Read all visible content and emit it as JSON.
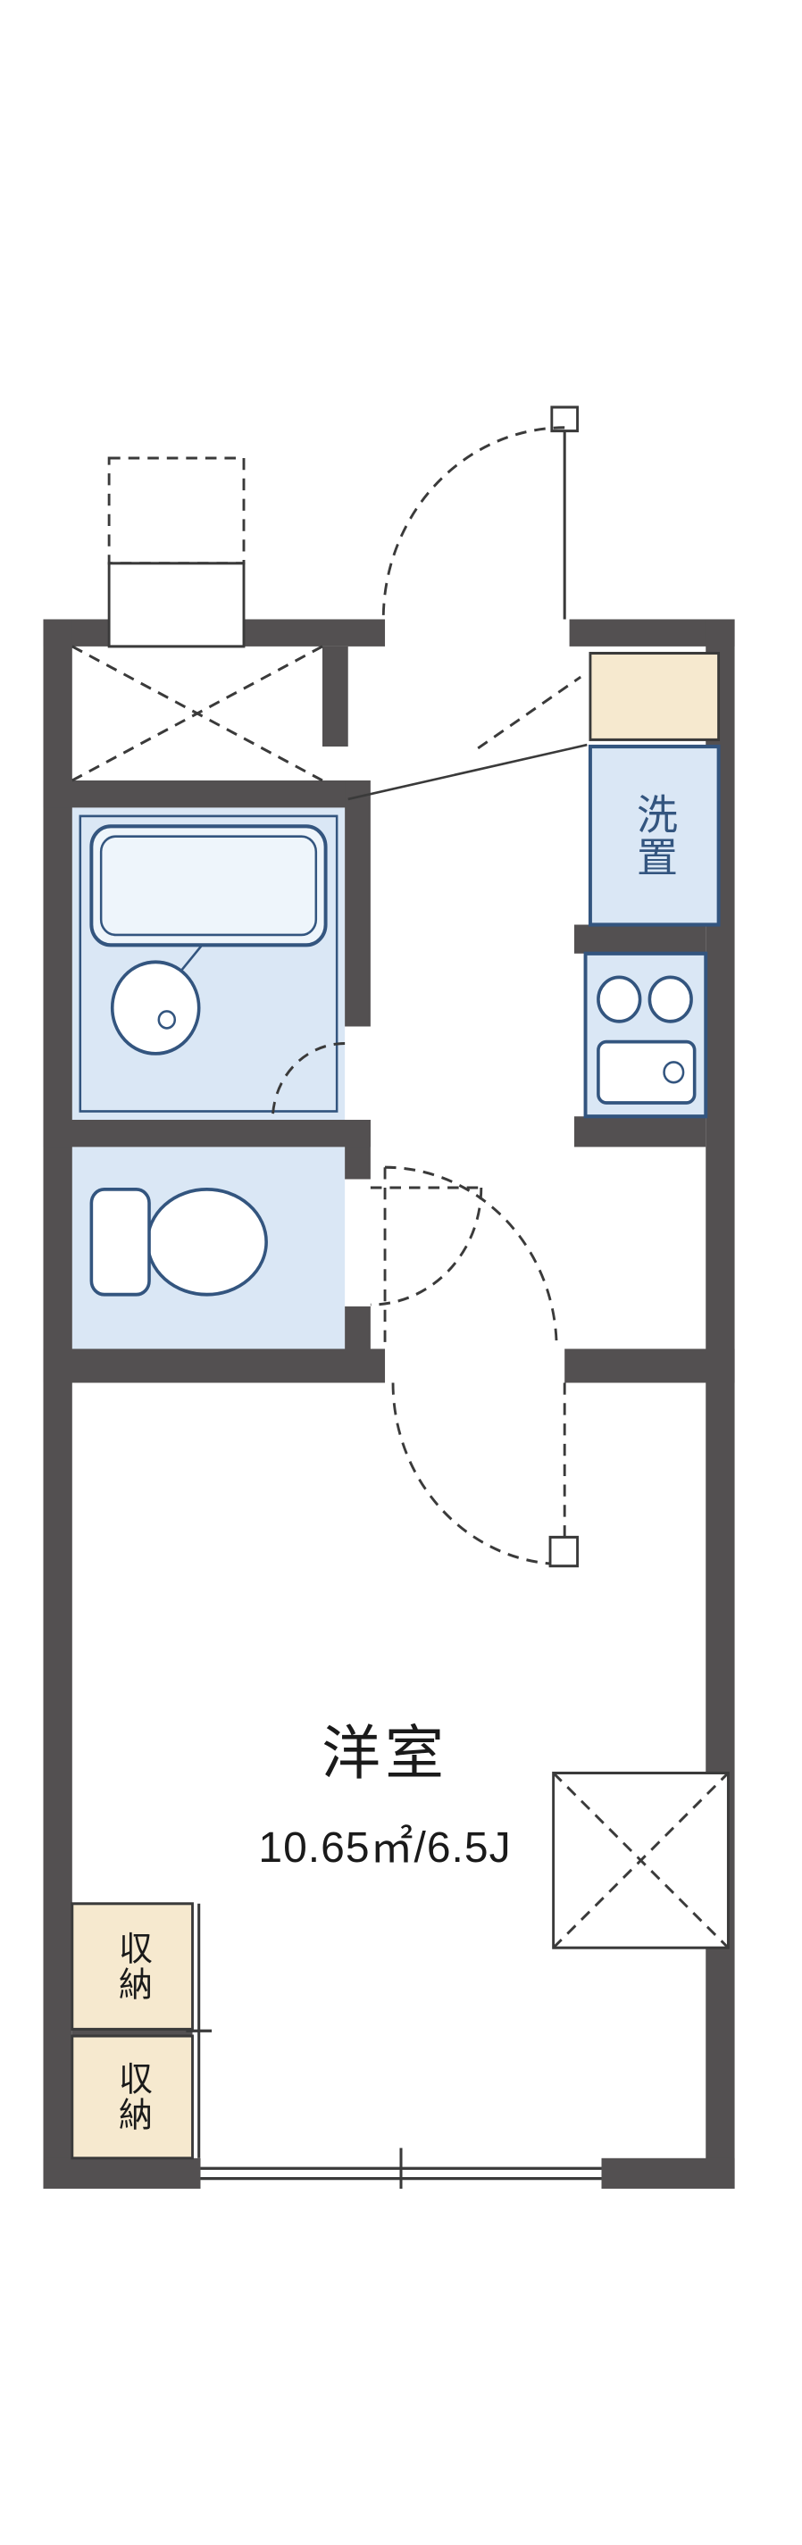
{
  "floorplan": {
    "labels": {
      "washer": "洗置",
      "room": "洋室",
      "room_size": "10.65㎡/6.5J",
      "storage_upper": "収納",
      "storage_lower": "収納"
    },
    "colors": {
      "wall": "#535051",
      "line": "#3a3a3a",
      "fixture_fill": "#dae7f5",
      "fixture_stroke": "#33557f",
      "cabinet_fill": "#f6e9cf",
      "background": "#ffffff"
    }
  }
}
